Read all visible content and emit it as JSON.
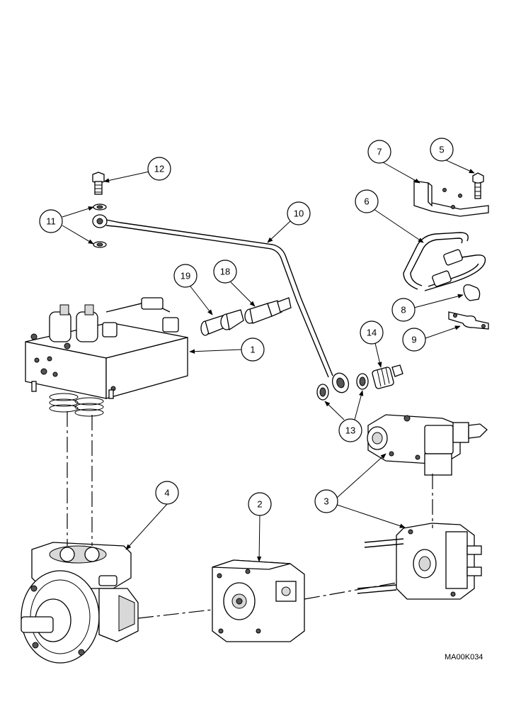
{
  "callouts": {
    "c1": "1",
    "c2": "2",
    "c3": "3",
    "c4": "4",
    "c5": "5",
    "c6": "6",
    "c7": "7",
    "c8": "8",
    "c9": "9",
    "c10": "10",
    "c11": "11",
    "c12": "12",
    "c13": "13",
    "c14": "14",
    "c18": "18",
    "c19": "19"
  },
  "figure_code": "MA00K034"
}
